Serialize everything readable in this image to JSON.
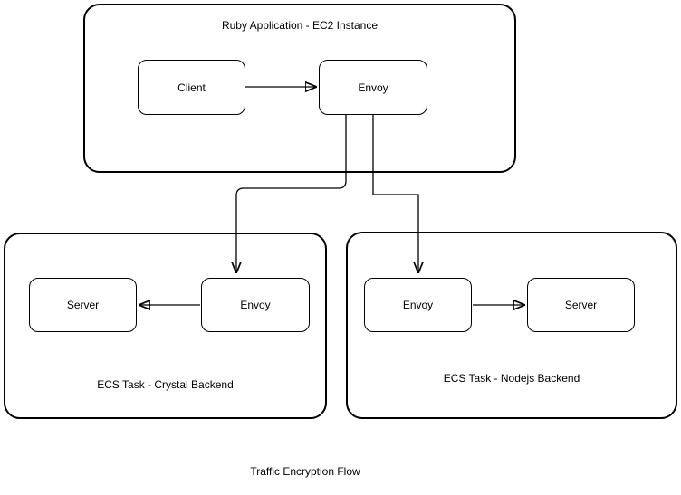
{
  "diagram": {
    "title": "Traffic Encryption Flow",
    "colors": {
      "stroke": "#000000",
      "background": "#ffffff",
      "text": "#000000"
    },
    "groups": [
      {
        "id": "ec2-instance",
        "label": "Ruby Application - EC2 Instance",
        "nodes": [
          {
            "id": "client",
            "label": "Client"
          },
          {
            "id": "envoy-ec2",
            "label": "Envoy"
          }
        ]
      },
      {
        "id": "crystal-backend",
        "label": "ECS Task - Crystal Backend",
        "nodes": [
          {
            "id": "server-crystal",
            "label": "Server"
          },
          {
            "id": "envoy-crystal",
            "label": "Envoy"
          }
        ]
      },
      {
        "id": "nodejs-backend",
        "label": "ECS Task - Nodejs Backend",
        "nodes": [
          {
            "id": "envoy-nodejs",
            "label": "Envoy"
          },
          {
            "id": "server-nodejs",
            "label": "Server"
          }
        ]
      }
    ],
    "edges": [
      {
        "from": "client",
        "to": "envoy-ec2"
      },
      {
        "from": "envoy-ec2",
        "to": "envoy-crystal"
      },
      {
        "from": "envoy-ec2",
        "to": "envoy-nodejs"
      },
      {
        "from": "envoy-crystal",
        "to": "server-crystal"
      },
      {
        "from": "envoy-nodejs",
        "to": "server-nodejs"
      }
    ]
  }
}
